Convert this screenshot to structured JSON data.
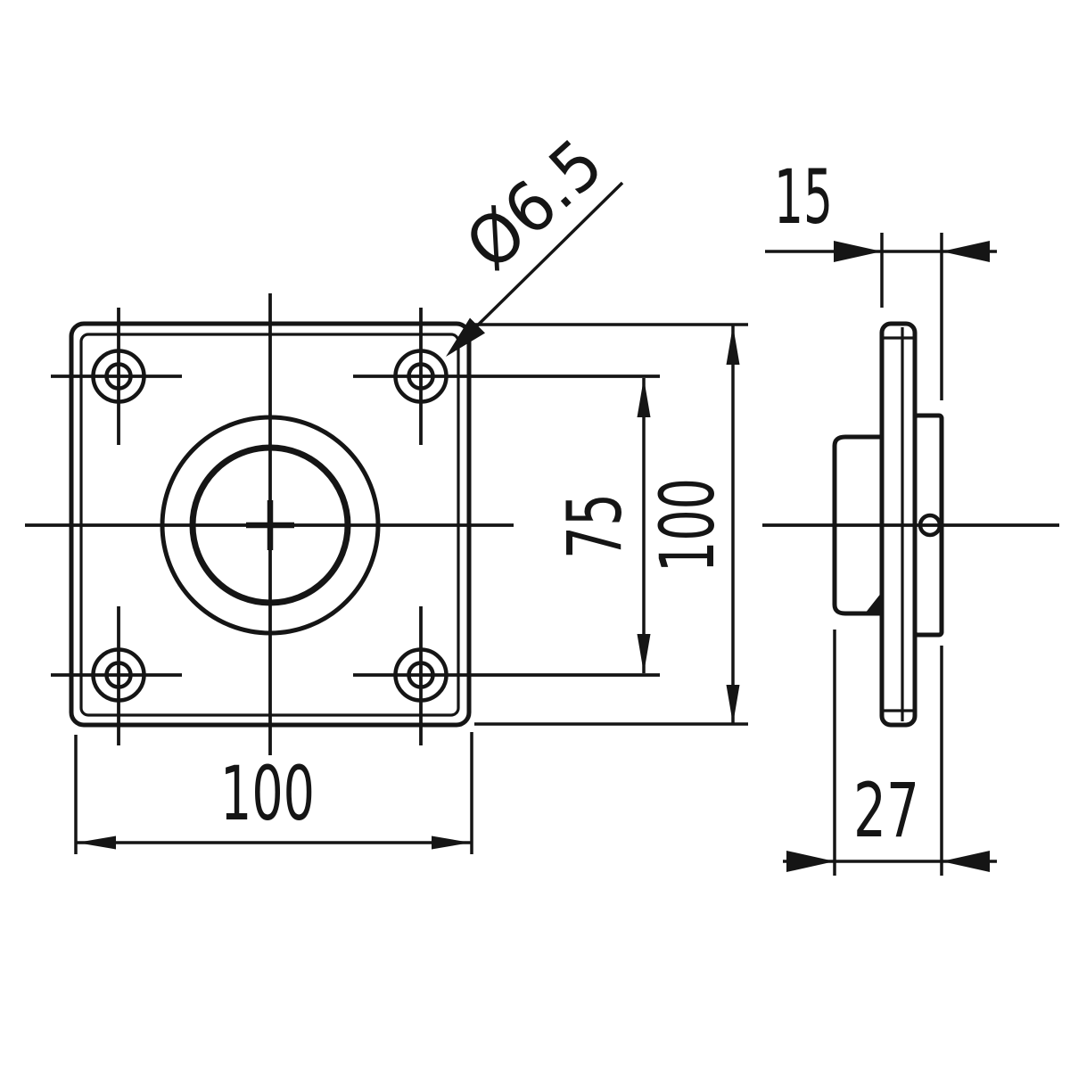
{
  "drawing": {
    "views": {
      "front": "front-view-of-square-mounting-flange",
      "side": "side-profile-view"
    },
    "dims": {
      "hole_diameter": {
        "label": "Ø6.5",
        "value": 6.5
      },
      "hole_spacing": {
        "label": "75",
        "value": 75
      },
      "plate_height": {
        "label": "100",
        "value": 100
      },
      "plate_width": {
        "label": "100",
        "value": 100
      },
      "flange_depth": {
        "label": "15",
        "value": 15
      },
      "total_depth": {
        "label": "27",
        "value": 27
      }
    }
  },
  "colors": {
    "line_color": "#151515",
    "background_color": "#ffffff"
  }
}
